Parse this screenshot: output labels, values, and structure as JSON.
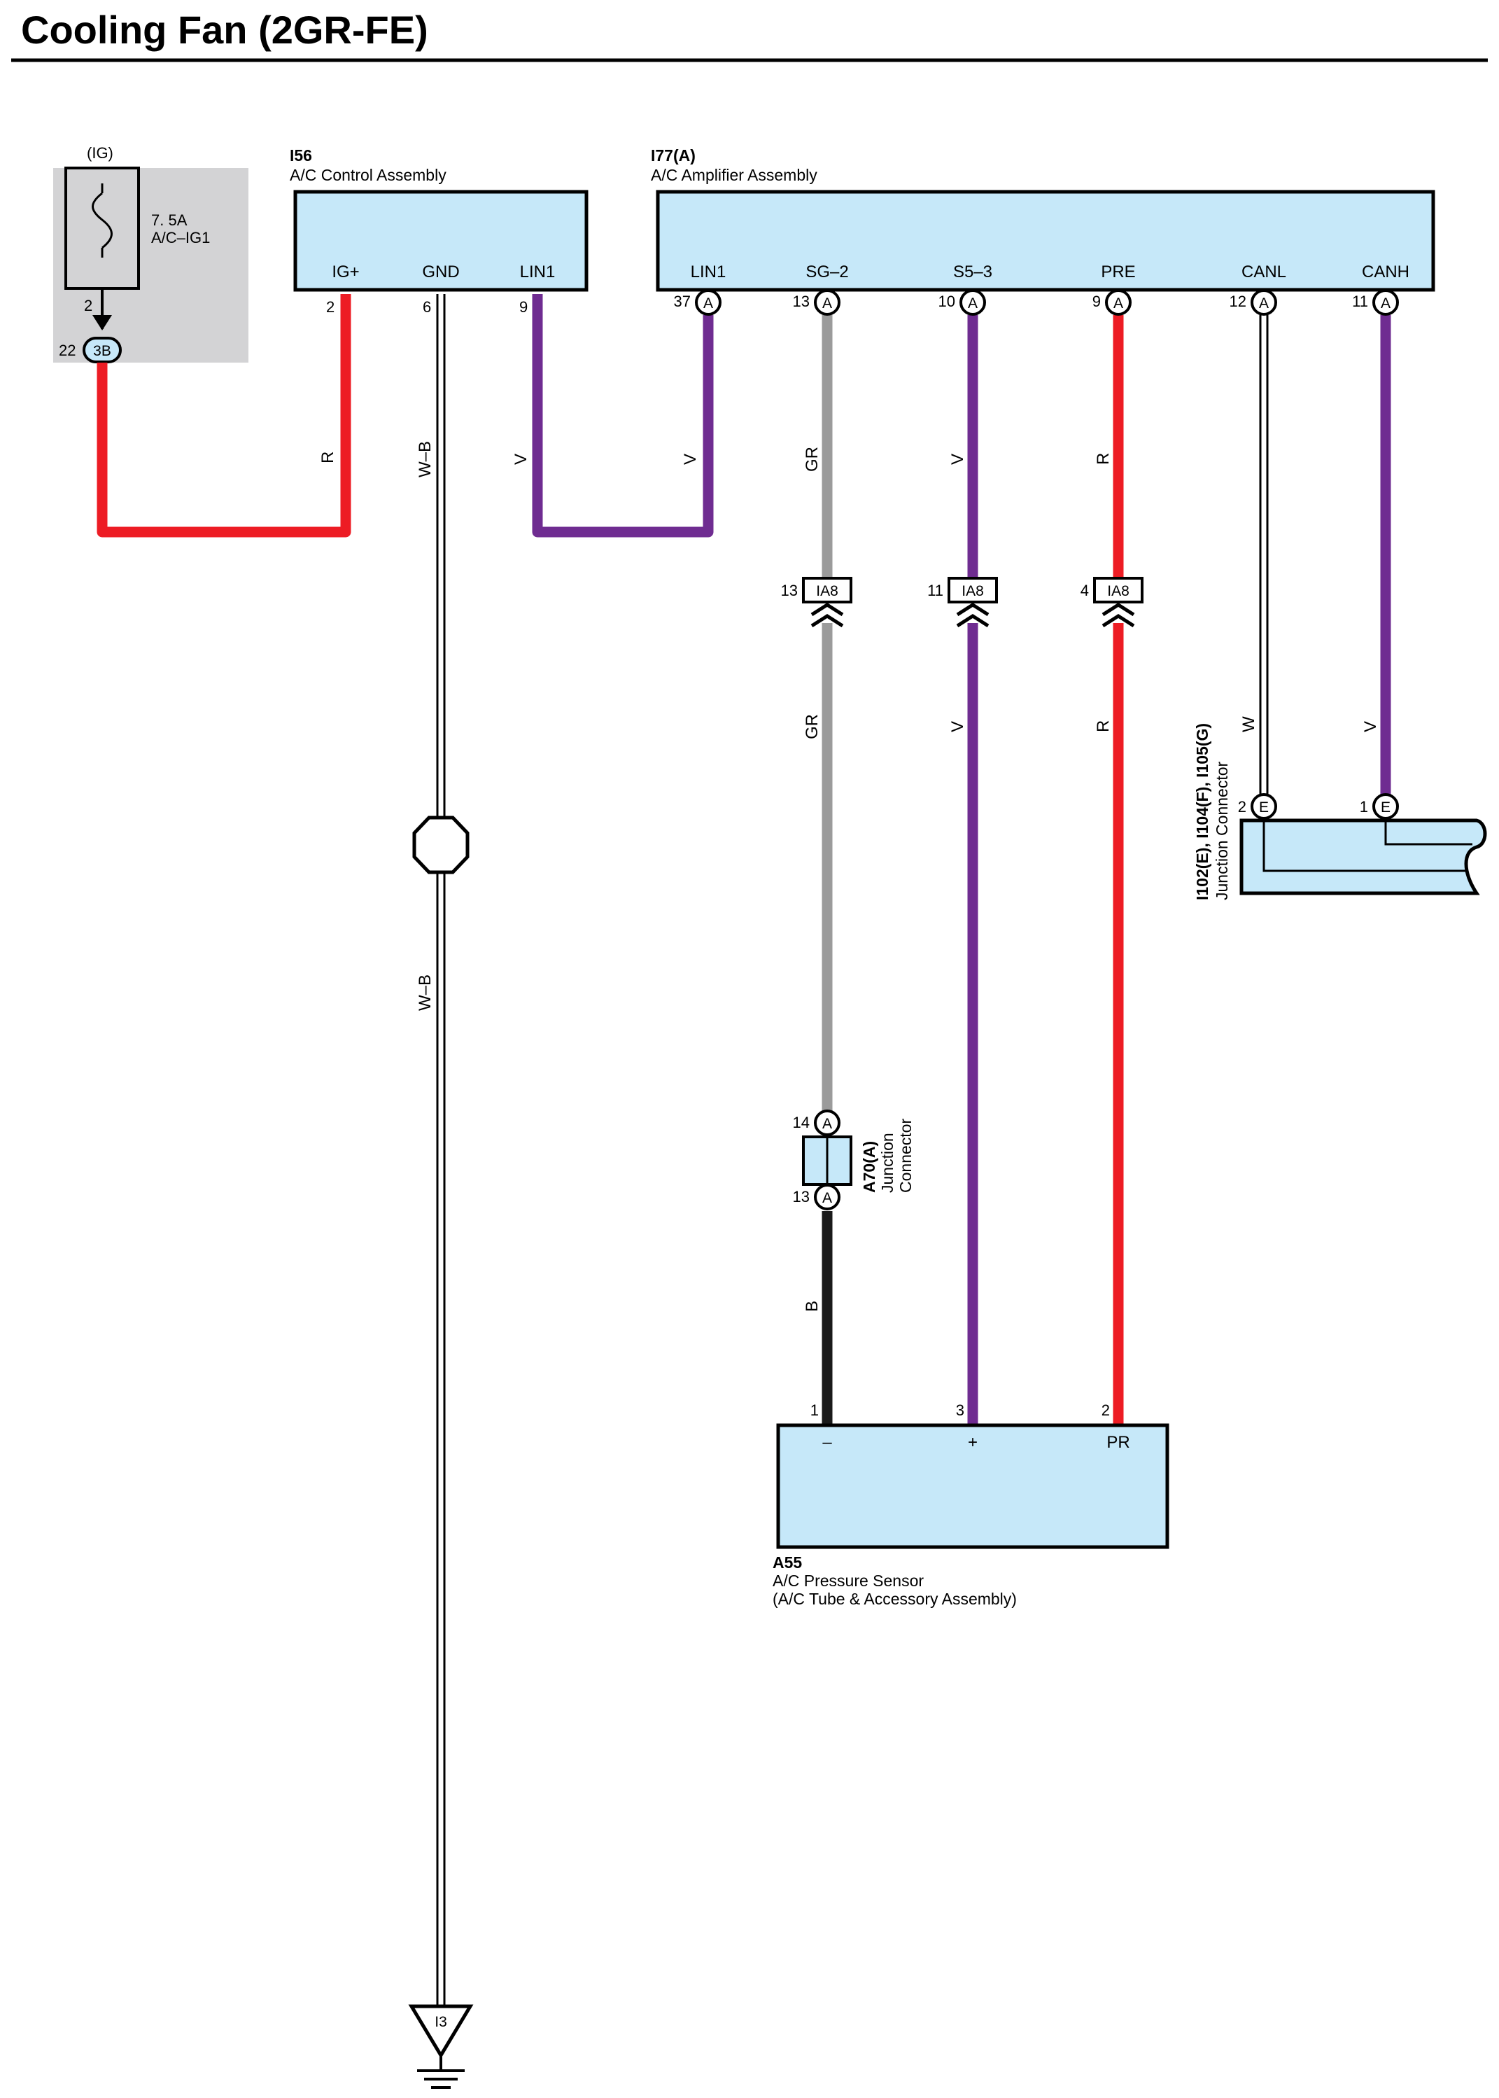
{
  "title": "Cooling Fan (2GR-FE)",
  "colors": {
    "red": "#ed1c24",
    "violet": "#6f2c91",
    "gray": "#9b9b9b",
    "black": "#1a1a1a",
    "white_wire": "#ffffff",
    "component_fill": "#c6e8f9",
    "fuse_box_fill": "#d3d3d5",
    "outline": "#000000"
  },
  "fuse": {
    "group": "(IG)",
    "rating": "7. 5A",
    "name": "A/C–IG1",
    "pin_num": "2",
    "junction_pin": "22",
    "junction_id": "3B"
  },
  "i56": {
    "id": "I56",
    "name": "A/C Control Assembly",
    "pins": [
      {
        "name": "IG+",
        "num": "2"
      },
      {
        "name": "GND",
        "num": "6"
      },
      {
        "name": "LIN1",
        "num": "9"
      }
    ]
  },
  "i77": {
    "id": "I77(A)",
    "name": "A/C Amplifier Assembly",
    "pins": [
      {
        "name": "LIN1",
        "num": "37",
        "conn": "A"
      },
      {
        "name": "SG–2",
        "num": "13",
        "conn": "A"
      },
      {
        "name": "S5–3",
        "num": "10",
        "conn": "A"
      },
      {
        "name": "PRE",
        "num": "9",
        "conn": "A"
      },
      {
        "name": "CANL",
        "num": "12",
        "conn": "A"
      },
      {
        "name": "CANH",
        "num": "11",
        "conn": "A"
      }
    ]
  },
  "wire_labels": {
    "ig_r": "R",
    "gnd_top": "W–B",
    "lin_left": "V",
    "lin_right": "V",
    "sg_top": "GR",
    "s5_top": "V",
    "pre_top": "R",
    "sg_mid": "GR",
    "s5_mid": "V",
    "pre_mid": "R",
    "canl": "W",
    "canh": "V",
    "gnd_bottom": "W–B",
    "sensor_gnd": "B"
  },
  "ia8": {
    "id": "IA8",
    "pins": [
      "13",
      "11",
      "4"
    ]
  },
  "junction_i102": {
    "id": "I102(E), I104(F), I105(G)",
    "name": "Junction Connector",
    "pins": [
      {
        "num": "2",
        "conn": "E"
      },
      {
        "num": "1",
        "conn": "E"
      }
    ]
  },
  "a70": {
    "id": "A70(A)",
    "name_line1": "Junction",
    "name_line2": "Connector",
    "pin_top": "14",
    "pin_bottom": "13",
    "conn": "A"
  },
  "a55": {
    "id": "A55",
    "name": "A/C Pressure Sensor",
    "name2": "(A/C Tube & Accessory Assembly)",
    "pins": [
      {
        "name": "–",
        "num": "1"
      },
      {
        "name": "+",
        "num": "3"
      },
      {
        "name": "PR",
        "num": "2"
      }
    ]
  },
  "ground": {
    "id": "I3"
  }
}
